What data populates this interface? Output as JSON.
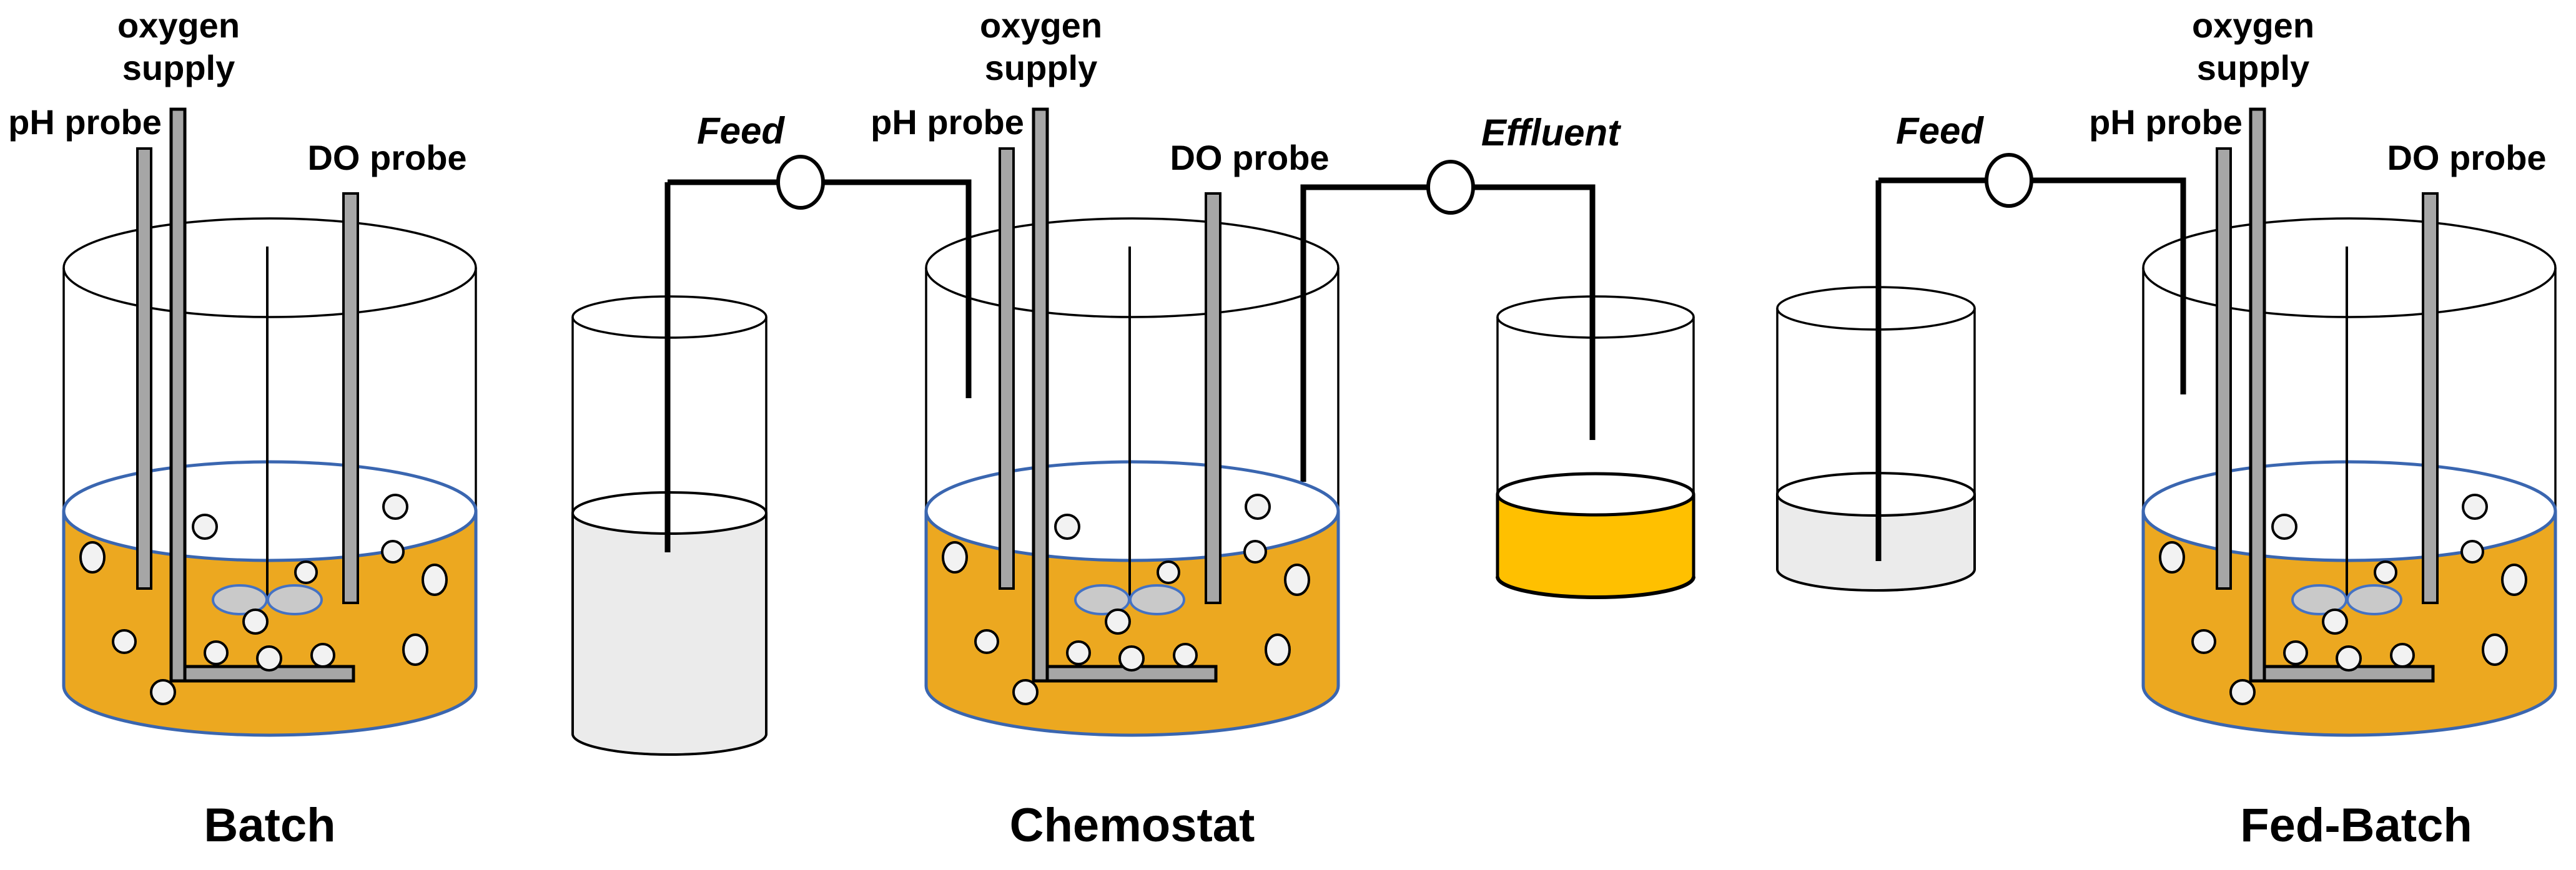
{
  "colors": {
    "background": "#FFFFFF",
    "ink": "#000000",
    "broth": "#ECA820",
    "broth_outline": "#3A66B0",
    "effluent_liquid": "#FFC000",
    "feed_liquid": "#EBEBEB",
    "probe_grey": "#A6A6A6",
    "impeller_grey": "#C9C9C9",
    "impeller_outline": "#4472C4",
    "bubble_fill": "#F2F2F2"
  },
  "reactors": [
    {
      "name": "Batch",
      "oxygen_supply_line1": "oxygen",
      "oxygen_supply_line2": "supply",
      "ph_probe": "pH probe",
      "do_probe": "DO probe"
    },
    {
      "name": "Chemostat",
      "oxygen_supply_line1": "oxygen",
      "oxygen_supply_line2": "supply",
      "ph_probe": "pH probe",
      "do_probe": "DO probe",
      "feed": "Feed",
      "effluent": "Effluent"
    },
    {
      "name": "Fed-Batch",
      "oxygen_supply_line1": "oxygen",
      "oxygen_supply_line2": "supply",
      "ph_probe": "pH probe",
      "do_probe": "DO probe",
      "feed": "Feed"
    }
  ]
}
